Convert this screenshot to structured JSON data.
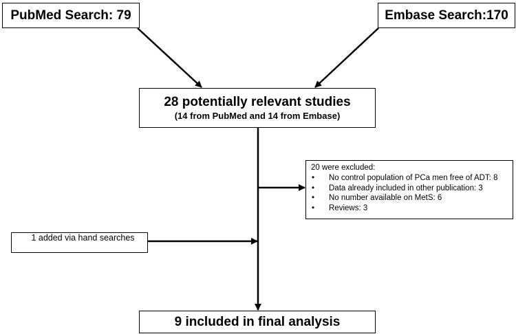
{
  "nodes": {
    "pubmed": "PubMed Search: 79",
    "embase": "Embase Search:170",
    "relevant_title": "28 potentially relevant studies",
    "relevant_sub": "(14 from PubMed and 14 from Embase)",
    "excluded_head": "20 were excluded:",
    "excluded_items": [
      "No control population of PCa men free of ADT: 8",
      "Data already included in other publication: 3",
      "No number available on MetS: 6",
      "Reviews: 3"
    ],
    "hand": "1 added via hand searches",
    "final": "9 included in final analysis"
  }
}
